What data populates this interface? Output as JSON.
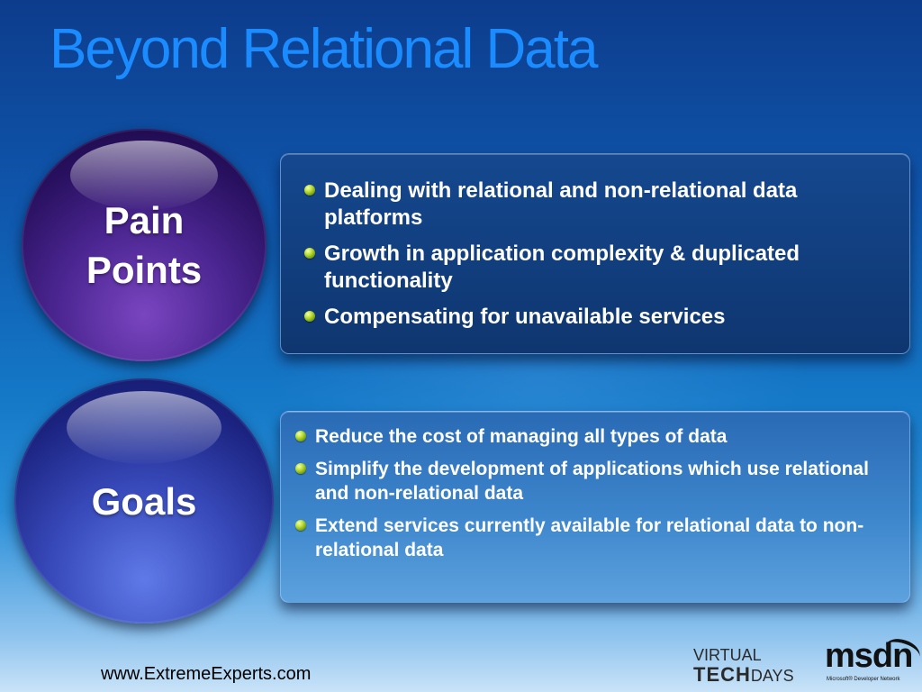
{
  "slide": {
    "title": "Beyond Relational Data",
    "colors": {
      "title": "#1a8cff",
      "background_top": "#0d3c8c",
      "background_bottom": "#c9e3f8",
      "pain_orb": "#4a2590",
      "goals_orb": "#3748b8",
      "bullet": "#bfe03a"
    }
  },
  "pain_points": {
    "label_line1": "Pain",
    "label_line2": "Points",
    "items": [
      "Dealing with relational and non-relational data platforms",
      "Growth in application complexity & duplicated functionality",
      "Compensating for unavailable services"
    ]
  },
  "goals": {
    "label": "Goals",
    "items": [
      "Reduce the cost of managing all types of data",
      "Simplify the development of applications which use relational and non-relational data",
      "Extend services currently available for relational data to non-relational data"
    ]
  },
  "footer": {
    "url": "www.ExtremeExperts.com",
    "virtual_techdays": {
      "line1": "VIRTUAL",
      "tech": "TECH",
      "days": "DAYS"
    },
    "msdn": {
      "word": "msdn",
      "subtitle": "Microsoft® Developer Network"
    }
  }
}
